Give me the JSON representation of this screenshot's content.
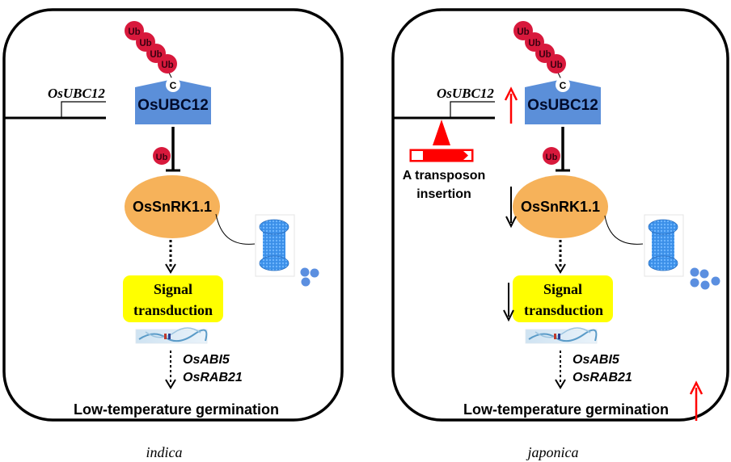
{
  "colors": {
    "ubiquitin": "#d8193c",
    "ubc12_box": "#5b8fd9",
    "snrk_ellipse": "#f6b25a",
    "signal_box": "#ffff00",
    "up_arrow": "#ff0000",
    "transposon": "#ff0000",
    "proteasome": "#3a86e0",
    "fragments": "#5b8fe0"
  },
  "panels": [
    {
      "id": "indica",
      "caption": "indica",
      "gene_label": "OsUBC12",
      "ubc12_label": "OsUBC12",
      "cys_label": "C",
      "ub_chain": [
        "Ub",
        "Ub",
        "Ub",
        "Ub"
      ],
      "ub_single": "Ub",
      "snrk_label": "OsSnRK1.1",
      "signal_line1": "Signal",
      "signal_line2": "transduction",
      "target_gene1": "OsABI5",
      "target_gene2": "OsRAB21",
      "outcome": "Low-temperature germination",
      "fragment_count": 3
    },
    {
      "id": "japonica",
      "caption": "japonica",
      "gene_label": "OsUBC12",
      "ubc12_label": "OsUBC12",
      "cys_label": "C",
      "ub_chain": [
        "Ub",
        "Ub",
        "Ub",
        "Ub"
      ],
      "ub_single": "Ub",
      "snrk_label": "OsSnRK1.1",
      "signal_line1": "Signal",
      "signal_line2": "transduction",
      "target_gene1": "OsABI5",
      "target_gene2": "OsRAB21",
      "outcome": "Low-temperature germination",
      "transposon_line1": "A transposon",
      "transposon_line2": "insertion",
      "fragment_count": 5,
      "indicators": {
        "gene_expression": "up",
        "snrk_level": "down",
        "signal_level": "down",
        "germination": "up"
      }
    }
  ]
}
